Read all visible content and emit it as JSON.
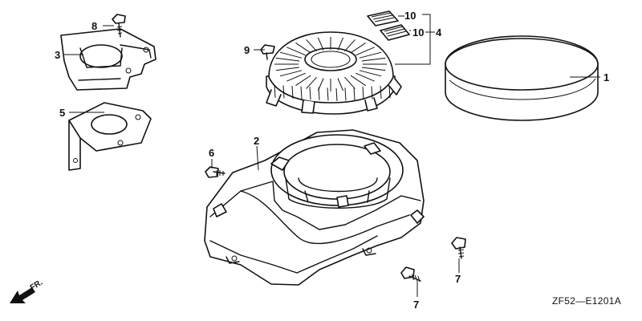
{
  "diagram_code": "ZF52—E1201A",
  "front_indicator": "FR.",
  "callouts": {
    "c1": "1",
    "c2": "2",
    "c3": "3",
    "c4": "4",
    "c5": "5",
    "c6": "6",
    "c7a": "7",
    "c7b": "7",
    "c8": "8",
    "c9": "9",
    "c10a": "10",
    "c10b": "10"
  }
}
